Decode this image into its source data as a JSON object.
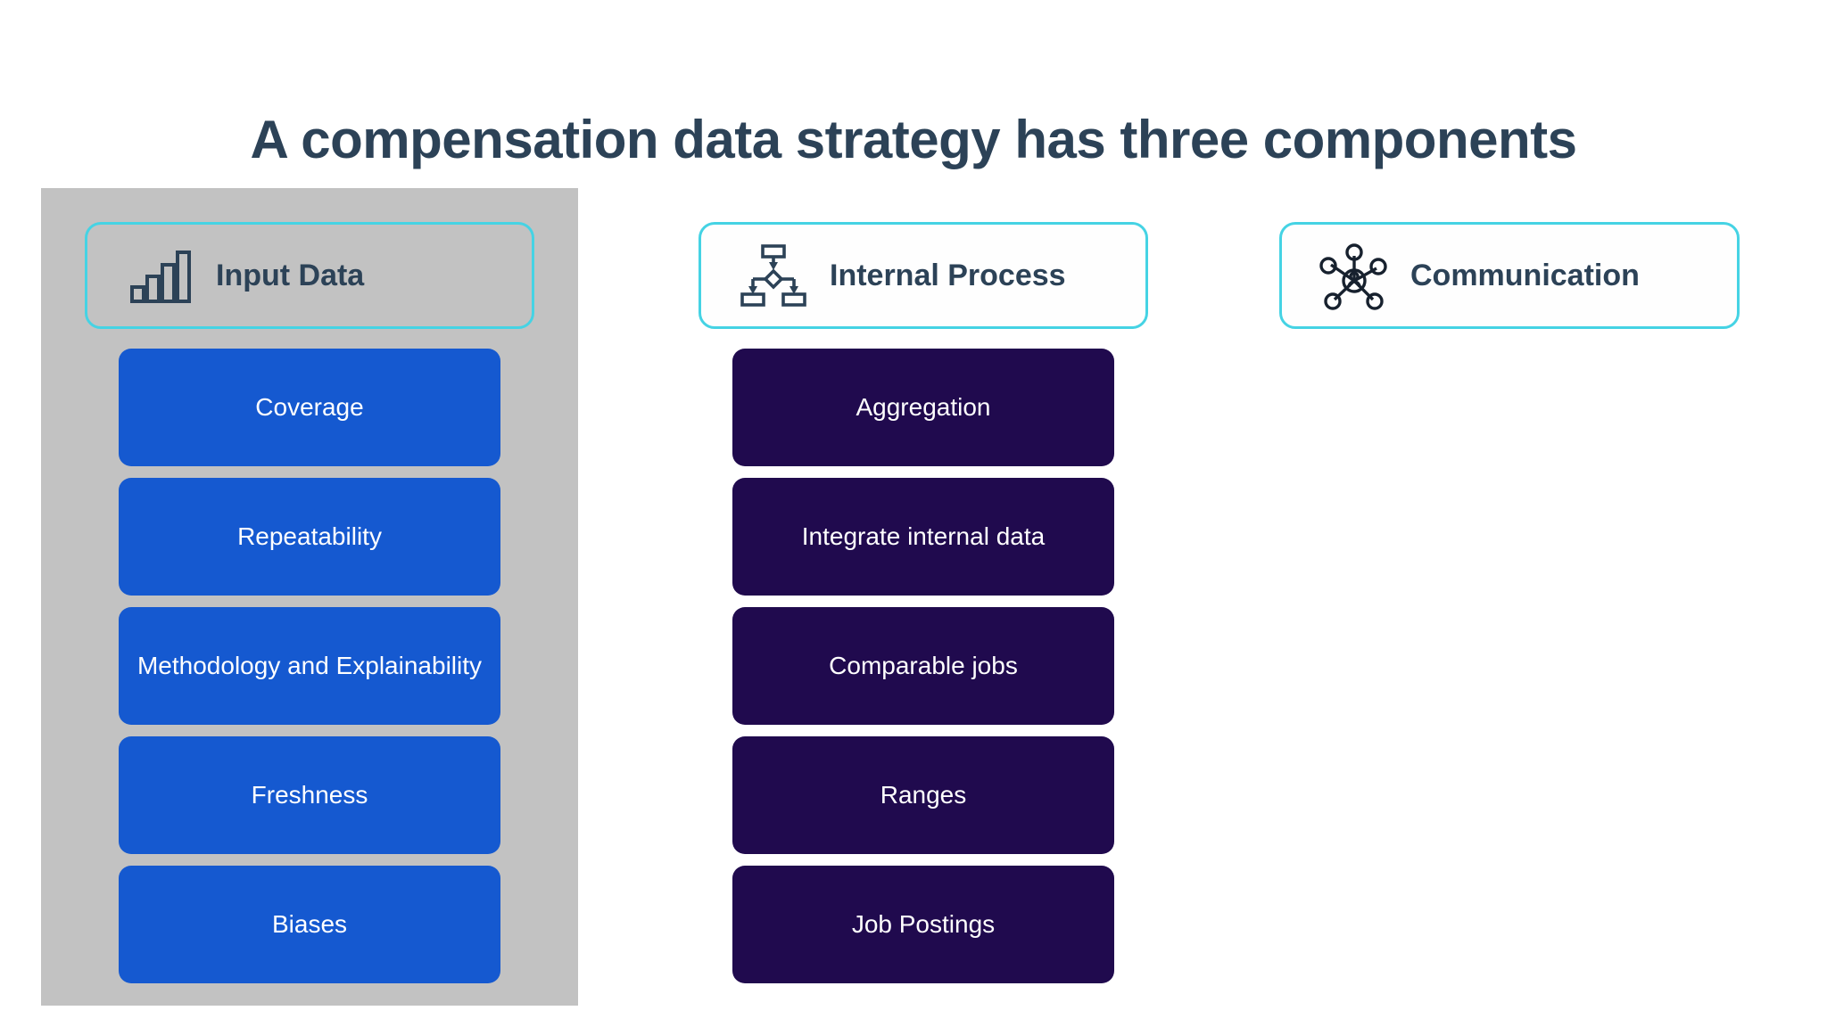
{
  "slide": {
    "title": "A compensation data strategy has three components",
    "title_color": "#2C4257",
    "background_color": "#FFFFFF"
  },
  "panel": {
    "name": "input-data-highlight-panel",
    "color": "#C2C2C2"
  },
  "theme": {
    "card_border": "#45D3E4",
    "card_background": "#FEFEFE",
    "blue_box": "#1559D0",
    "navy_box": "#200A4E",
    "item_text": "#FFFFFF",
    "icon_color": "#2C4257"
  },
  "columns": [
    {
      "id": "input-data",
      "header": {
        "label": "Input Data",
        "icon": "bar-chart-icon"
      },
      "highlighted": true,
      "item_style": "blue",
      "items": [
        {
          "label": "Coverage"
        },
        {
          "label": "Repeatability"
        },
        {
          "label": "Methodology and Explainability"
        },
        {
          "label": "Freshness"
        },
        {
          "label": "Biases"
        }
      ]
    },
    {
      "id": "internal-process",
      "header": {
        "label": "Internal Process",
        "icon": "flowchart-icon"
      },
      "highlighted": false,
      "item_style": "navy",
      "items": [
        {
          "label": "Aggregation"
        },
        {
          "label": "Integrate internal data"
        },
        {
          "label": "Comparable jobs"
        },
        {
          "label": "Ranges"
        },
        {
          "label": "Job Postings"
        }
      ]
    },
    {
      "id": "communication",
      "header": {
        "label": "Communication",
        "icon": "network-hub-icon"
      },
      "highlighted": false,
      "item_style": "navy",
      "items": []
    }
  ]
}
